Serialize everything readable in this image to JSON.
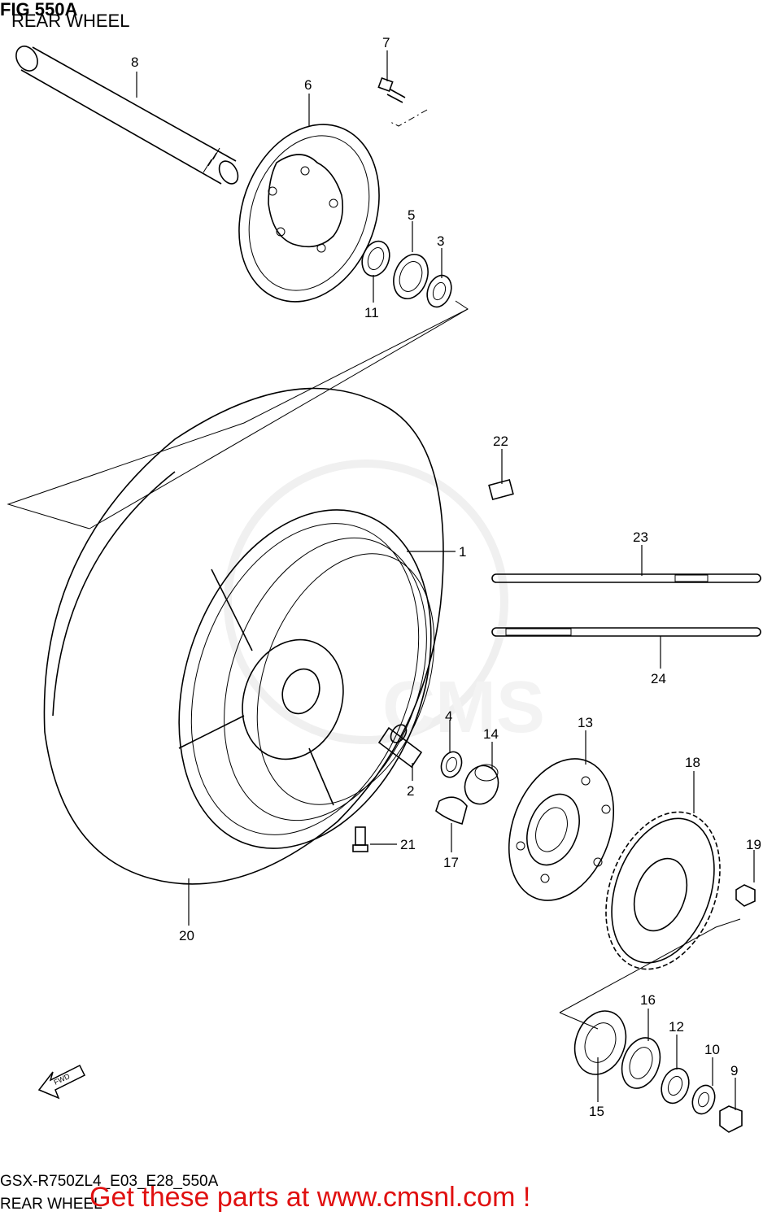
{
  "figure": {
    "title": "FIG 550A",
    "subtitle": "REAR WHEEL"
  },
  "footer": {
    "model_code": "GSX-R750ZL4_E03_E28_550A",
    "name": "REAR WHEEL"
  },
  "promo": {
    "text": "Get these parts at www.cmsnl.com !",
    "color": "#e01010"
  },
  "callouts": [
    {
      "num": "1"
    },
    {
      "num": "2"
    },
    {
      "num": "3"
    },
    {
      "num": "4"
    },
    {
      "num": "5"
    },
    {
      "num": "6"
    },
    {
      "num": "7"
    },
    {
      "num": "8"
    },
    {
      "num": "9"
    },
    {
      "num": "10"
    },
    {
      "num": "11"
    },
    {
      "num": "12"
    },
    {
      "num": "13"
    },
    {
      "num": "14"
    },
    {
      "num": "15"
    },
    {
      "num": "16"
    },
    {
      "num": "17"
    },
    {
      "num": "18"
    },
    {
      "num": "19"
    },
    {
      "num": "20"
    },
    {
      "num": "21"
    },
    {
      "num": "22"
    },
    {
      "num": "23"
    },
    {
      "num": "24"
    }
  ],
  "fwd_arrow": {
    "label": "FWD",
    "icon": "fwd-arrow-icon"
  },
  "watermark": {
    "text": "CMS",
    "color": "#e8e8e8"
  }
}
